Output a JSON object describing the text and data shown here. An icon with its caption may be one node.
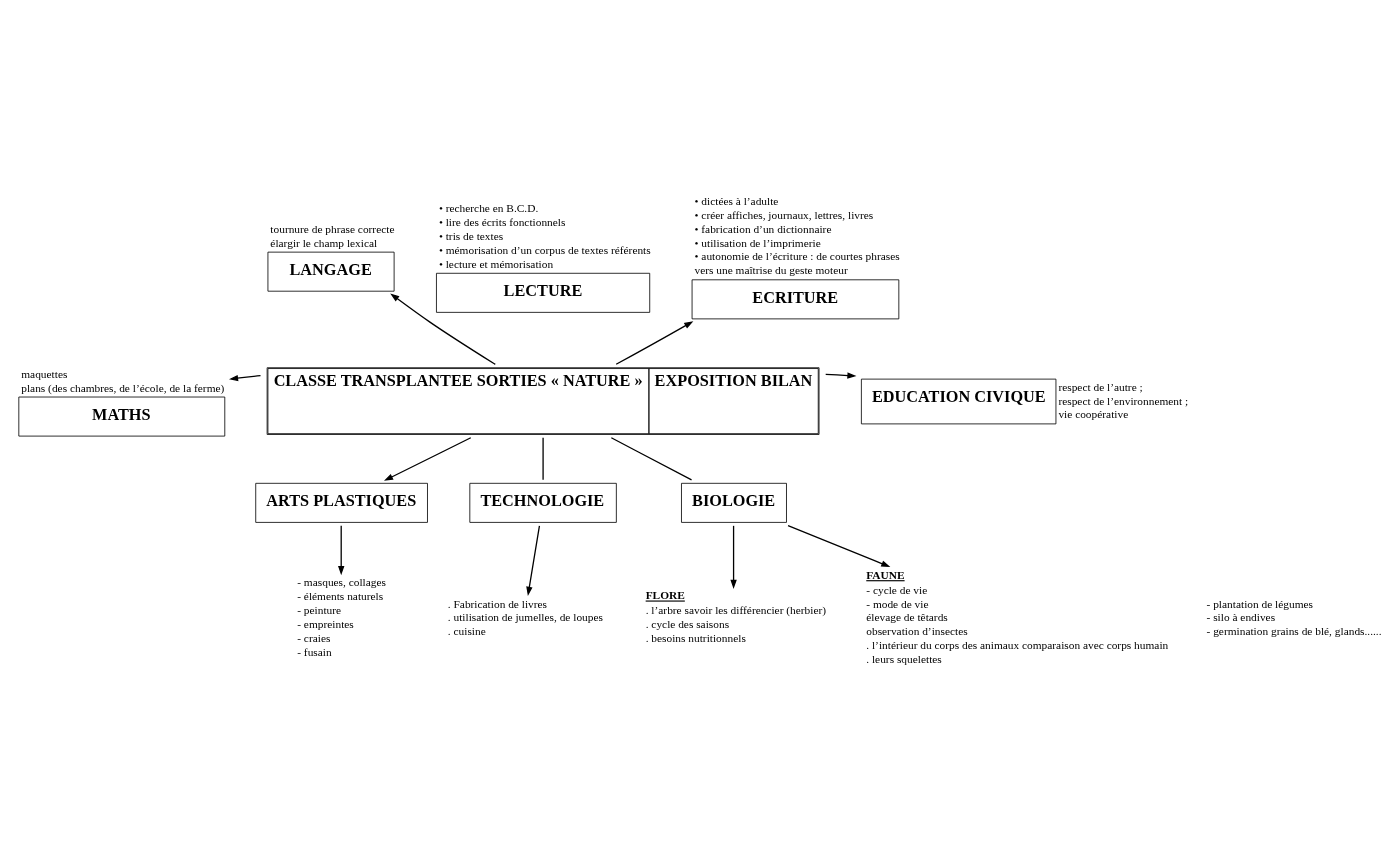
{
  "diagram": {
    "nodes": [
      {
        "text": [
          "CLASSE TRANSPLANTEE SORTIES « NATURE »",
          "EXPOSITION BILAN"
        ]
      },
      {
        "text": [
          "LANGAGE"
        ],
        "beside": [
          "tournure de phrase correcte",
          "élargir le champ lexical"
        ]
      },
      {
        "text": [
          "LECTURE"
        ],
        "beside": [
          "• recherche en B.C.D.",
          "• lire des écrits fonctionnels",
          "• tris de textes",
          "• mémorisation d’un corpus de textes référents",
          "• lecture et mémorisation"
        ]
      },
      {
        "text": [
          "ECRITURE"
        ],
        "beside": [
          "• dictées à l’adulte",
          "• créer affiches, journaux, lettres, livres",
          "• fabrication d’un dictionnaire",
          "• utilisation de l’imprimerie",
          "• autonomie de l’écriture : de courtes phrases",
          "vers une maîtrise du geste moteur"
        ]
      },
      {
        "text": [
          "MATHS"
        ],
        "beside": [
          "maquettes",
          "plans (des chambres, de l’école, de la ferme)"
        ]
      },
      {
        "text": [
          "EDUCATION CIVIQUE"
        ],
        "beside": [
          "respect de l’autre ;",
          "respect de l’environnement ;",
          "vie coopérative"
        ]
      },
      {
        "text": [
          "ARTS PLASTIQUES"
        ]
      },
      {
        "text": [
          "TECHNOLOGIE"
        ]
      },
      {
        "text": [
          "BIOLOGIE"
        ]
      },
      {
        "text": [
          "- masques, collages",
          "- éléments naturels",
          "- peinture",
          "- empreintes",
          "- craies",
          "- fusain"
        ]
      },
      {
        "text": [
          ". Fabrication de livres",
          ". utilisation de jumelles, de loupes",
          ". cuisine"
        ]
      },
      {
        "text": [
          "FLORE",
          ". l’arbre savoir les différencier (herbier)",
          ". cycle des saisons",
          ". besoins nutritionnels"
        ]
      },
      {
        "text": [
          "FAUNE",
          "- cycle de vie",
          "- mode de vie",
          "élevage de têtards",
          "observation d’insectes",
          ". l’intérieur du corps des animaux comparaison avec corps humain",
          ". leurs squelettes"
        ]
      }
    ],
    "edges": [
      {
        "from": 0,
        "to": 1,
        "arrow": "to"
      },
      {
        "from": 0,
        "to": 3,
        "arrow": "to"
      },
      {
        "from": 0,
        "to": 4,
        "arrow": "to"
      },
      {
        "from": 0,
        "to": 5,
        "arrow": "to"
      },
      {
        "from": 0,
        "to": 6,
        "arrow": "to"
      },
      {
        "from": 0,
        "to": 7,
        "arrow": "none"
      },
      {
        "from": 0,
        "to": 8,
        "arrow": "none"
      },
      {
        "from": 6,
        "to": 9,
        "arrow": "to"
      },
      {
        "from": 7,
        "to": 10,
        "arrow": "to"
      },
      {
        "from": 8,
        "to": 11,
        "arrow": "to"
      },
      {
        "from": 8,
        "to": 12,
        "arrow": "to"
      }
    ],
    "labels": [
      "- plantation de légumes",
      "- silo à endives",
      "- germination grains de blé, glands......"
    ]
  }
}
